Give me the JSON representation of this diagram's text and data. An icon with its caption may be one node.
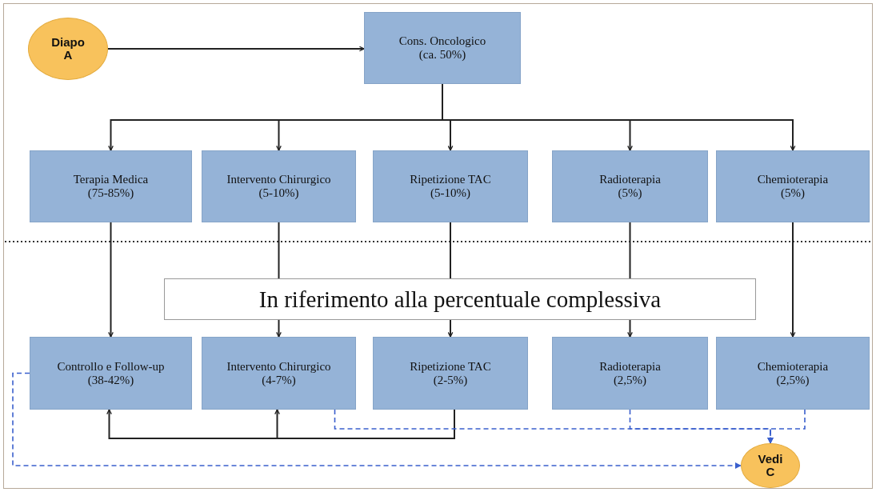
{
  "diagram": {
    "nodes": [
      {
        "text": [
          "Diapo A"
        ]
      },
      {
        "text": [
          "Cons. Oncologico (ca. 50%)"
        ]
      },
      {
        "text": [
          "Terapia Medica (75-85%)"
        ]
      },
      {
        "text": [
          "Intervento Chirurgico (5-10%)"
        ]
      },
      {
        "text": [
          "Ripetizione TAC (5-10%)"
        ]
      },
      {
        "text": [
          "Radioterapia (5%)"
        ]
      },
      {
        "text": [
          "Chemioterapia (5%)"
        ]
      },
      {
        "text": [
          "Controllo e Follow-up (38-42%)"
        ]
      },
      {
        "text": [
          "Intervento Chirurgico (4-7%)"
        ]
      },
      {
        "text": [
          "Ripetizione TAC (2-5%)"
        ]
      },
      {
        "text": [
          "Radioterapia (2,5%)"
        ]
      },
      {
        "text": [
          "Chemioterapia (2,5%)"
        ]
      },
      {
        "text": [
          "Vedi C"
        ]
      }
    ],
    "edges": [
      {
        "from": 0,
        "to": 1,
        "arrow": "to"
      },
      {
        "from": 1,
        "to": 2,
        "arrow": "to"
      },
      {
        "from": 1,
        "to": 3,
        "arrow": "to"
      },
      {
        "from": 1,
        "to": 4,
        "arrow": "to"
      },
      {
        "from": 1,
        "to": 5,
        "arrow": "to"
      },
      {
        "from": 1,
        "to": 6,
        "arrow": "to"
      },
      {
        "from": 2,
        "to": 7,
        "arrow": "to"
      },
      {
        "from": 3,
        "to": 8,
        "arrow": "to"
      },
      {
        "from": 4,
        "to": 9,
        "arrow": "to"
      },
      {
        "from": 5,
        "to": 10,
        "arrow": "to"
      },
      {
        "from": 6,
        "to": 11,
        "arrow": "to"
      },
      {
        "from": 9,
        "to": 7,
        "arrow": "to"
      },
      {
        "from": 9,
        "to": 8,
        "arrow": "to"
      },
      {
        "from": 7,
        "to": 12,
        "arrow": "to",
        "style": "dashed",
        "color": "#3a5fcd"
      },
      {
        "from": 8,
        "to": 12,
        "arrow": "to",
        "style": "dashed",
        "color": "#3a5fcd"
      },
      {
        "from": 10,
        "to": 12,
        "arrow": "to",
        "style": "dashed",
        "color": "#3a5fcd"
      },
      {
        "from": 11,
        "to": 12,
        "arrow": "to",
        "style": "dashed",
        "color": "#3a5fcd"
      }
    ],
    "labels": [
      "In riferimento alla percentuale complessiva"
    ]
  }
}
